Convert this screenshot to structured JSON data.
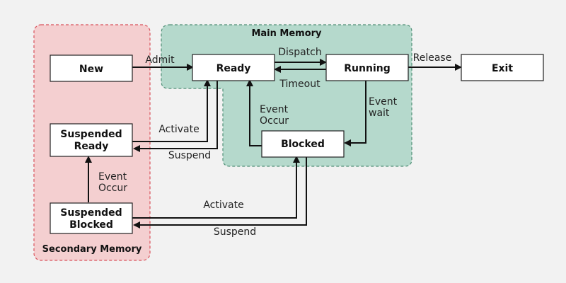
{
  "regions": {
    "main_memory": {
      "title": "Main Memory",
      "fill": "#b5d9cc",
      "stroke": "#4f8f76"
    },
    "secondary_memory": {
      "title": "Secondary Memory",
      "fill": "#f4cfd0",
      "stroke": "#d9535c"
    }
  },
  "states": {
    "new": "New",
    "ready": "Ready",
    "running": "Running",
    "exit": "Exit",
    "blocked": "Blocked",
    "suspended_ready": [
      "Suspended",
      "Ready"
    ],
    "suspended_blocked": [
      "Suspended",
      "Blocked"
    ]
  },
  "transitions": {
    "admit": "Admit",
    "dispatch": "Dispatch",
    "timeout": "Timeout",
    "release": "Release",
    "event_wait": [
      "Event",
      "wait"
    ],
    "event_occur_main": [
      "Event",
      "Occur"
    ],
    "activate_ready": "Activate",
    "suspend_ready": "Suspend",
    "event_occur_secondary": [
      "Event",
      "Occur"
    ],
    "activate_blocked": "Activate",
    "suspend_blocked": "Suspend"
  },
  "colors": {
    "box_fill": "#ffffff",
    "box_stroke": "#222222",
    "arrow": "#111111"
  }
}
